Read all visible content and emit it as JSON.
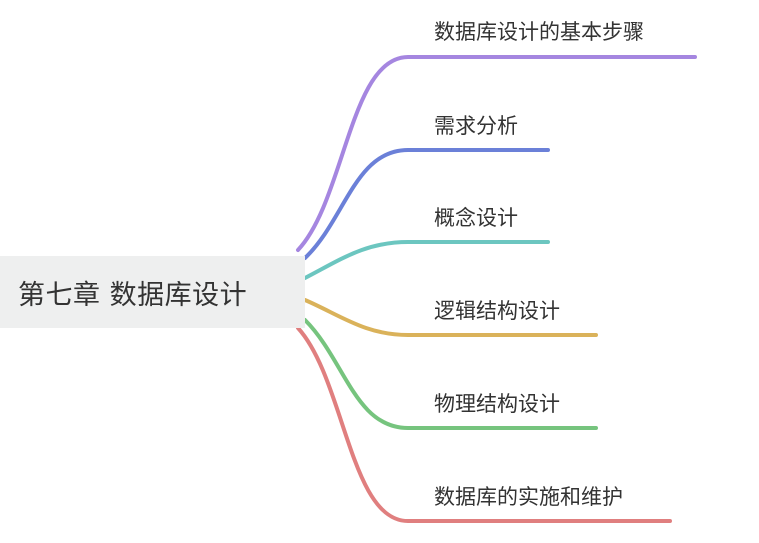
{
  "root": {
    "label": "第七章 数据库设计"
  },
  "branches": [
    {
      "label": "数据库设计的基本步骤",
      "color": "#a586e0"
    },
    {
      "label": "需求分析",
      "color": "#6b80d8"
    },
    {
      "label": "概念设计",
      "color": "#6cc6c0"
    },
    {
      "label": "逻辑结构设计",
      "color": "#dab25a"
    },
    {
      "label": "物理结构设计",
      "color": "#76c47e"
    },
    {
      "label": "数据库的实施和维护",
      "color": "#e07f7f"
    }
  ]
}
